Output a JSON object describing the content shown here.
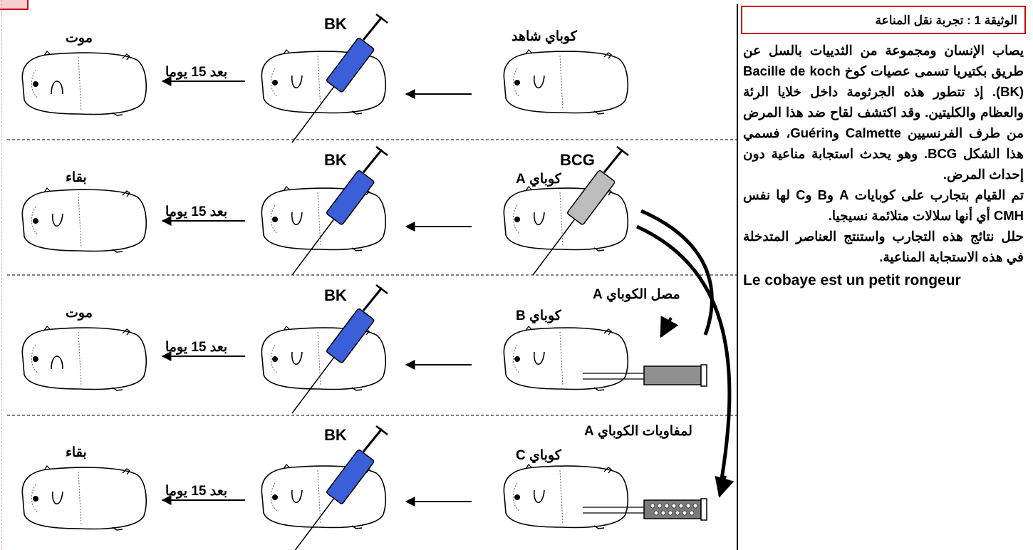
{
  "document": {
    "title": "الوثيقة 1 :  تجربة نقل المناعة",
    "paragraphs": [
      "يصاب الإنسان ومجموعة من الثدييات بالسل عن طريق بكتيريا تسمى عصيات كوخ Bacille de koch (BK). إذ تتطور هذه الجرثومة داخل خلايا الرئة والعظام والكليتين. وقد اكتشف لقاح ضد هذا المرض من طرف الفرنسيين Calmette وGuérin، فسمي هذا الشكل BCG. وهو يحدث استجابة مناعية دون إحداث المرض.",
      "تم القيام بتجارب على كوبايات A وB وC لها نفس CMH أي أنها سلالات متلائمة نسيجيا.",
      "حلل نتائج هذه التجارب واستنتج العناصر المتدخلة في هذه الاستجابة المناعية."
    ],
    "note": "Le cobaye est un petit rongeur"
  },
  "labels": {
    "bk": "BK",
    "bcg": "BCG",
    "after_15_days": "بعد 15 يوما",
    "control_guinea_pig": "كوباي شاهد",
    "guinea_pig_a": "كوباي A",
    "guinea_pig_b": "كوباي B",
    "guinea_pig_c": "كوباي C",
    "serum_of_a": "مصل الكوباي A",
    "lymphocytes_of_a": "لمفاويات الكوباي A",
    "death": "موت",
    "survival": "بقاء"
  },
  "rows": [
    {
      "subject": "control_guinea_pig",
      "pretreatment": "none",
      "injection": "bk",
      "outcome": "death"
    },
    {
      "subject": "guinea_pig_a",
      "pretreatment": "bcg",
      "injection": "bk",
      "outcome": "survival"
    },
    {
      "subject": "guinea_pig_b",
      "pretreatment": "serum_of_a",
      "injection": "bk",
      "outcome": "death"
    },
    {
      "subject": "guinea_pig_c",
      "pretreatment": "lymphocytes_of_a",
      "injection": "bk",
      "outcome": "survival"
    }
  ],
  "colors": {
    "syringe_bk": "#3a5fd9",
    "syringe_bcg": "#bcbcbc",
    "title_border": "#cc0000"
  }
}
